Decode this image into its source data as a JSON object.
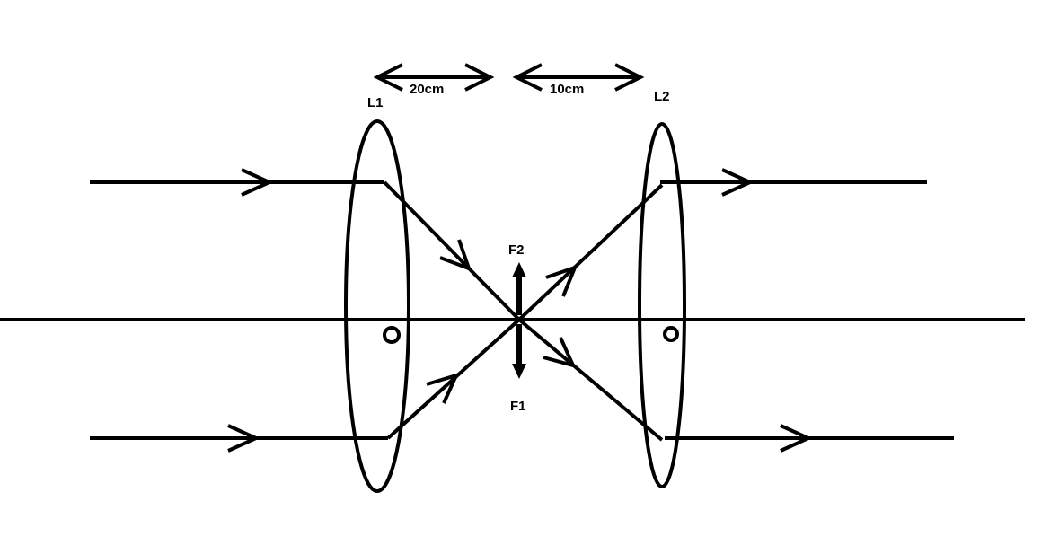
{
  "diagram": {
    "background_color": "#ffffff",
    "stroke_color": "#000000",
    "labels": {
      "lens_left": "L1",
      "lens_right": "L2",
      "focal_point_upper": "F2",
      "focal_point_lower": "F1"
    },
    "distances": {
      "left_segment": "20cm",
      "right_segment": "10cm"
    }
  }
}
